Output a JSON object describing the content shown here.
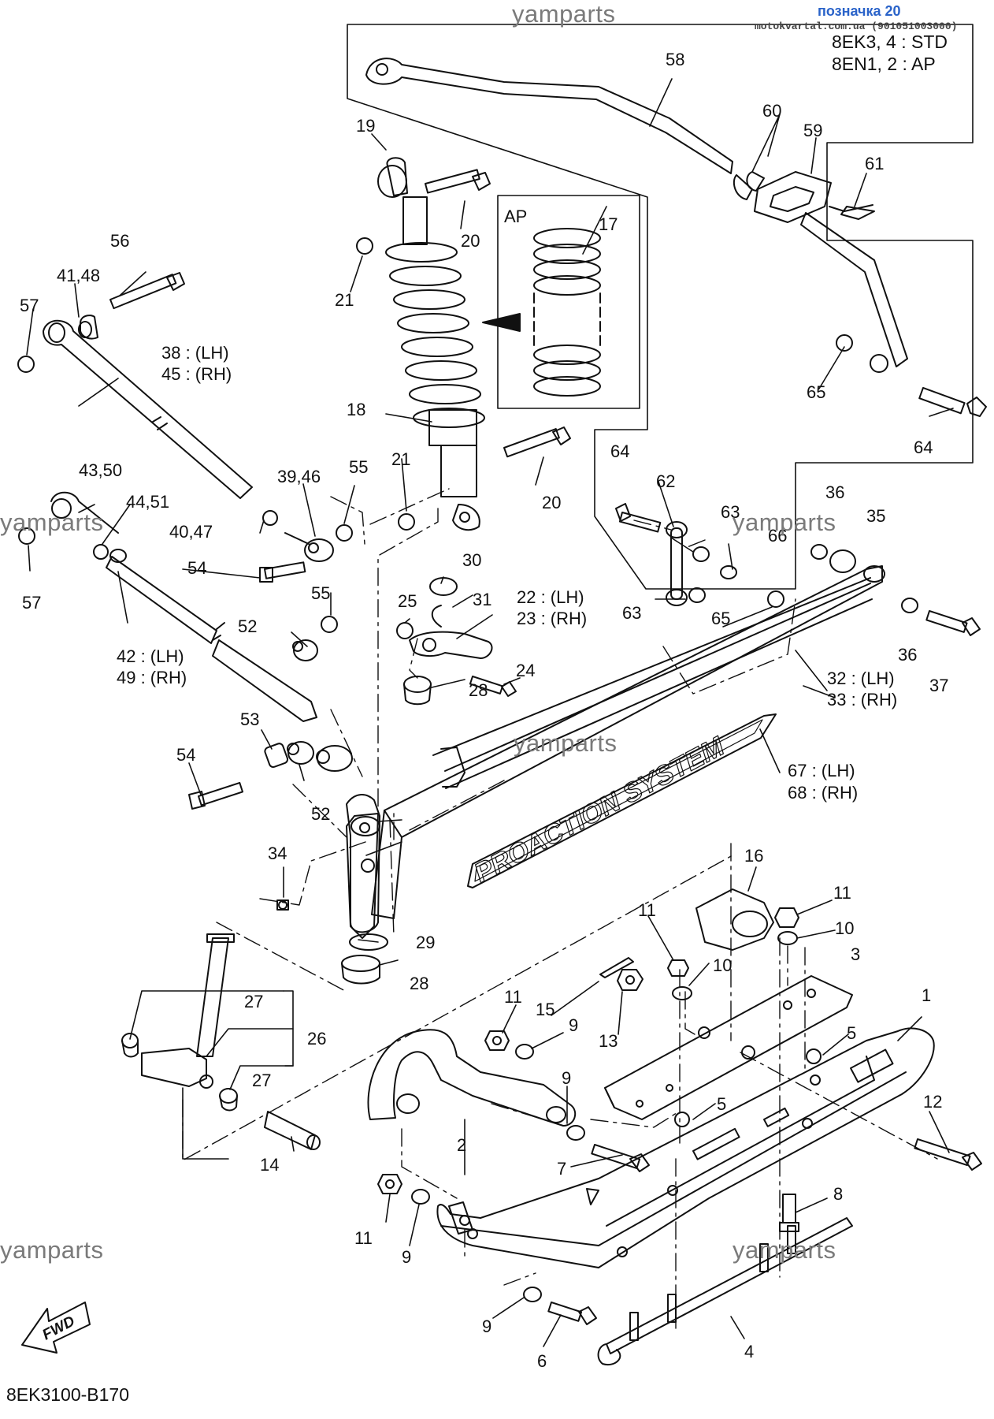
{
  "header": {
    "link_text": "позначка 20",
    "site_text": "motokvartal.com.ua (901051003000)",
    "model_std": "8EK3, 4 : STD",
    "model_ap": "8EN1, 2 : AP"
  },
  "watermark": "yamparts",
  "inset_label": "AP",
  "brand_text": "PROACTION SYSTEM",
  "fwd_label": "FWD",
  "diagram_code": "8EK3100-B170",
  "callouts": [
    {
      "id": "c1",
      "text": "1"
    },
    {
      "id": "c2",
      "text": "2"
    },
    {
      "id": "c3",
      "text": "3"
    },
    {
      "id": "c4",
      "text": "4"
    },
    {
      "id": "c5a",
      "text": "5"
    },
    {
      "id": "c5b",
      "text": "5"
    },
    {
      "id": "c6",
      "text": "6"
    },
    {
      "id": "c7",
      "text": "7"
    },
    {
      "id": "c8",
      "text": "8"
    },
    {
      "id": "c9a",
      "text": "9"
    },
    {
      "id": "c9b",
      "text": "9"
    },
    {
      "id": "c9c",
      "text": "9"
    },
    {
      "id": "c9d",
      "text": "9"
    },
    {
      "id": "c10a",
      "text": "10"
    },
    {
      "id": "c10b",
      "text": "10"
    },
    {
      "id": "c11a",
      "text": "11"
    },
    {
      "id": "c11b",
      "text": "11"
    },
    {
      "id": "c11c",
      "text": "11"
    },
    {
      "id": "c11d",
      "text": "11"
    },
    {
      "id": "c12",
      "text": "12"
    },
    {
      "id": "c13",
      "text": "13"
    },
    {
      "id": "c14",
      "text": "14"
    },
    {
      "id": "c15",
      "text": "15"
    },
    {
      "id": "c16",
      "text": "16"
    },
    {
      "id": "c17",
      "text": "17"
    },
    {
      "id": "c18",
      "text": "18"
    },
    {
      "id": "c19",
      "text": "19"
    },
    {
      "id": "c20a",
      "text": "20"
    },
    {
      "id": "c20b",
      "text": "20"
    },
    {
      "id": "c21a",
      "text": "21"
    },
    {
      "id": "c21b",
      "text": "21"
    },
    {
      "id": "c22",
      "text": "22 : (LH)"
    },
    {
      "id": "c23",
      "text": "23 : (RH)"
    },
    {
      "id": "c24",
      "text": "24"
    },
    {
      "id": "c25",
      "text": "25"
    },
    {
      "id": "c26",
      "text": "26"
    },
    {
      "id": "c27a",
      "text": "27"
    },
    {
      "id": "c27b",
      "text": "27"
    },
    {
      "id": "c28a",
      "text": "28"
    },
    {
      "id": "c28b",
      "text": "28"
    },
    {
      "id": "c29",
      "text": "29"
    },
    {
      "id": "c30",
      "text": "30"
    },
    {
      "id": "c31",
      "text": "31"
    },
    {
      "id": "c32",
      "text": "32 : (LH)"
    },
    {
      "id": "c33",
      "text": "33 : (RH)"
    },
    {
      "id": "c34",
      "text": "34"
    },
    {
      "id": "c35",
      "text": "35"
    },
    {
      "id": "c36a",
      "text": "36"
    },
    {
      "id": "c36b",
      "text": "36"
    },
    {
      "id": "c37",
      "text": "37"
    },
    {
      "id": "c38",
      "text": "38 : (LH)"
    },
    {
      "id": "c45",
      "text": "45 : (RH)"
    },
    {
      "id": "c39",
      "text": "39,46"
    },
    {
      "id": "c40",
      "text": "40,47"
    },
    {
      "id": "c41",
      "text": "41,48"
    },
    {
      "id": "c42",
      "text": "42 : (LH)"
    },
    {
      "id": "c49",
      "text": "49 : (RH)"
    },
    {
      "id": "c43",
      "text": "43,50"
    },
    {
      "id": "c44",
      "text": "44,51"
    },
    {
      "id": "c52a",
      "text": "52"
    },
    {
      "id": "c52b",
      "text": "52"
    },
    {
      "id": "c53",
      "text": "53"
    },
    {
      "id": "c54a",
      "text": "54"
    },
    {
      "id": "c54b",
      "text": "54"
    },
    {
      "id": "c55a",
      "text": "55"
    },
    {
      "id": "c55b",
      "text": "55"
    },
    {
      "id": "c56",
      "text": "56"
    },
    {
      "id": "c57a",
      "text": "57"
    },
    {
      "id": "c57b",
      "text": "57"
    },
    {
      "id": "c58",
      "text": "58"
    },
    {
      "id": "c59",
      "text": "59"
    },
    {
      "id": "c60",
      "text": "60"
    },
    {
      "id": "c61",
      "text": "61"
    },
    {
      "id": "c62",
      "text": "62"
    },
    {
      "id": "c63a",
      "text": "63"
    },
    {
      "id": "c63b",
      "text": "63"
    },
    {
      "id": "c64a",
      "text": "64"
    },
    {
      "id": "c64b",
      "text": "64"
    },
    {
      "id": "c65a",
      "text": "65"
    },
    {
      "id": "c65b",
      "text": "65"
    },
    {
      "id": "c66",
      "text": "66"
    },
    {
      "id": "c67",
      "text": "67 : (LH)"
    },
    {
      "id": "c68",
      "text": "68 : (RH)"
    }
  ]
}
